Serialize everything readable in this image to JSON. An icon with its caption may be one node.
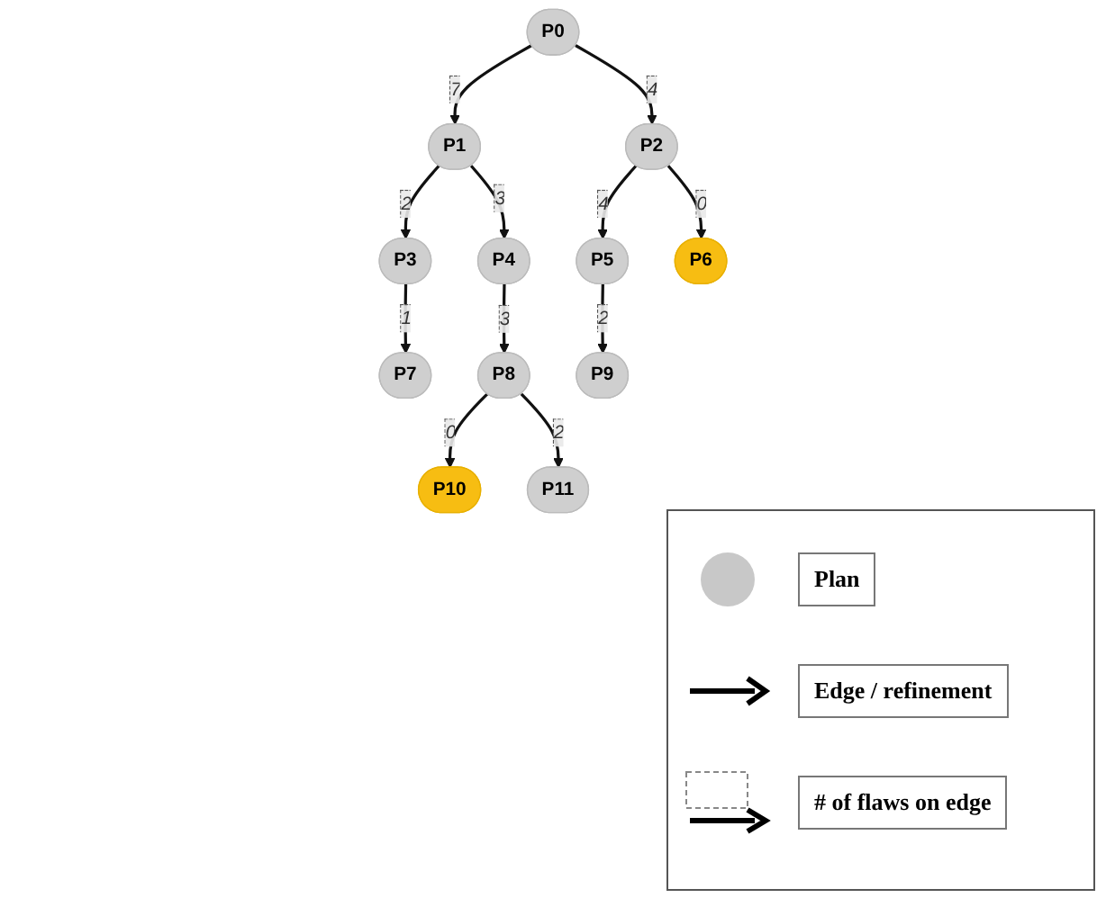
{
  "diagram": {
    "nodes": [
      {
        "text": [
          "P0"
        ]
      },
      {
        "text": [
          "P1"
        ]
      },
      {
        "text": [
          "P2"
        ]
      },
      {
        "text": [
          "P3"
        ]
      },
      {
        "text": [
          "P4"
        ]
      },
      {
        "text": [
          "P5"
        ]
      },
      {
        "text": [
          "P6"
        ]
      },
      {
        "text": [
          "P7"
        ]
      },
      {
        "text": [
          "P8"
        ]
      },
      {
        "text": [
          "P9"
        ]
      },
      {
        "text": [
          "P10"
        ]
      },
      {
        "text": [
          "P11"
        ]
      }
    ],
    "edges": [
      {
        "from": 0,
        "to": 1,
        "arrow": "to",
        "label": "7"
      },
      {
        "from": 0,
        "to": 2,
        "arrow": "to",
        "label": "4"
      },
      {
        "from": 1,
        "to": 3,
        "arrow": "to",
        "label": "2"
      },
      {
        "from": 1,
        "to": 4,
        "arrow": "to",
        "label": "3"
      },
      {
        "from": 2,
        "to": 5,
        "arrow": "to",
        "label": "4"
      },
      {
        "from": 2,
        "to": 6,
        "arrow": "to",
        "label": "0"
      },
      {
        "from": 3,
        "to": 7,
        "arrow": "to",
        "label": "1"
      },
      {
        "from": 4,
        "to": 8,
        "arrow": "to",
        "label": "3"
      },
      {
        "from": 5,
        "to": 9,
        "arrow": "to",
        "label": "2"
      },
      {
        "from": 8,
        "to": 10,
        "arrow": "to",
        "label": "0"
      },
      {
        "from": 8,
        "to": 11,
        "arrow": "to",
        "label": "2"
      }
    ],
    "legend": [
      {
        "text": "Plan"
      },
      {
        "text": "Edge / refinement"
      },
      {
        "text": "# of flaws on edge"
      }
    ]
  }
}
